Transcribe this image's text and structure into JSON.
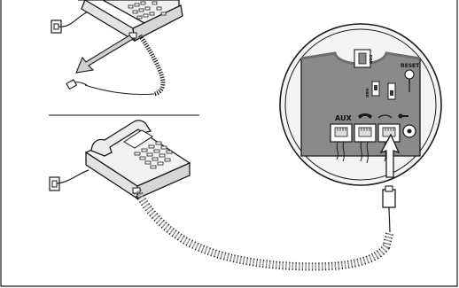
{
  "labels": {
    "aux": "AUX",
    "reset": "RESET",
    "switch_top": "ooo",
    "switch_side": "ooo"
  },
  "colors": {
    "line": "#1a1a1a",
    "panel_fill": "#8a8a8a",
    "panel_dark": "#6e6e6e",
    "body_fill": "#efefef",
    "housing_fill": "#f4f4f4",
    "separator": "#3a3a3a"
  },
  "icons": [
    "wall-socket-icon",
    "handset-icon",
    "key-icon",
    "arrow-icon",
    "telephone-icon",
    "rj-plug-icon"
  ]
}
